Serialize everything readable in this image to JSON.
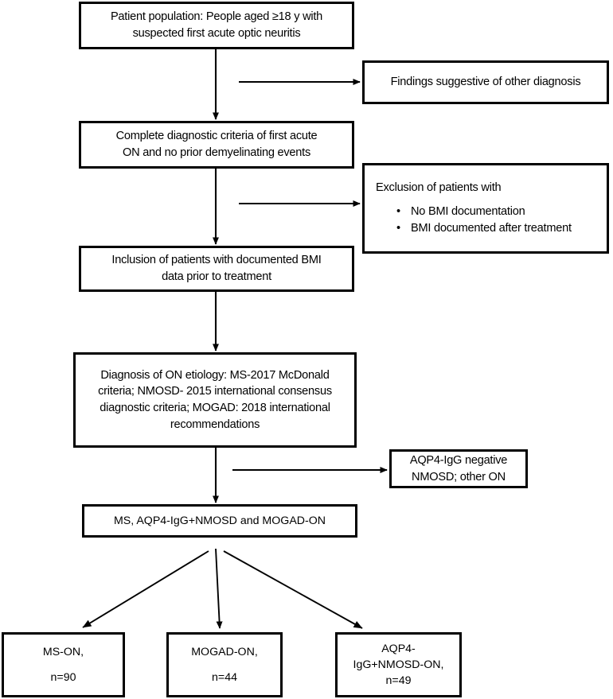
{
  "diagram": {
    "type": "flowchart",
    "title": "Patient selection flowchart for optic neuritis BMI study",
    "colors": {
      "box_border": "#000000",
      "box_fill": "#ffffff",
      "connector": "#000000",
      "text": "#000000"
    },
    "nodes": {
      "population": {
        "name": "patient-population",
        "lines": [
          "Patient population: People aged ≥18 y with",
          "suspected first acute optic neuritis"
        ]
      },
      "other_diagnosis": {
        "name": "findings-other-diagnosis",
        "lines": [
          "Findings suggestive of other diagnosis"
        ]
      },
      "criteria": {
        "name": "complete-diagnostic-criteria",
        "lines": [
          "Complete diagnostic criteria of first acute",
          "ON and no prior demyelinating events"
        ]
      },
      "exclusion": {
        "name": "exclusion-of-patients",
        "title": "Exclusion of patients with",
        "bullets": [
          "No BMI documentation",
          "BMI documented after treatment"
        ]
      },
      "inclusion": {
        "name": "inclusion-of-patients",
        "lines": [
          "Inclusion of patients with documented BMI",
          "data prior to treatment"
        ]
      },
      "diagnosis": {
        "name": "diagnosis-of-on-etiology",
        "lines": [
          "Diagnosis of ON etiology: MS-2017 McDonald",
          "criteria; NMOSD- 2015 international consensus",
          "diagnostic criteria; MOGAD: 2018 international",
          "recommendations"
        ]
      },
      "aqp4_negative": {
        "name": "aqp4-igg-negative-nmosd-other-on",
        "lines": [
          "AQP4-IgG negative",
          "NMOSD; other ON"
        ]
      },
      "cohort": {
        "name": "final-cohort",
        "lines": [
          "MS, AQP4-IgG+NMOSD and MOGAD-ON"
        ]
      },
      "ms_on": {
        "name": "ms-on-group",
        "label": "MS-ON,",
        "count": "n=90"
      },
      "mogad_on": {
        "name": "mogad-on-group",
        "label": "MOGAD-ON,",
        "count": "n=44"
      },
      "aqp4_on": {
        "name": "aqp4-igg-nmosd-on-group",
        "label_line1": "AQP4-",
        "label_line2": "IgG+NMOSD-ON,",
        "count": "n=49"
      }
    },
    "connectors": [
      {
        "name": "population-to-criteria",
        "kind": "vertical-arrow"
      },
      {
        "name": "population-to-other-diagnosis",
        "kind": "horizontal-arrow"
      },
      {
        "name": "criteria-to-inclusion",
        "kind": "vertical-arrow"
      },
      {
        "name": "criteria-to-exclusion",
        "kind": "horizontal-arrow"
      },
      {
        "name": "inclusion-to-diagnosis",
        "kind": "vertical-arrow"
      },
      {
        "name": "diagnosis-to-cohort",
        "kind": "vertical-arrow"
      },
      {
        "name": "diagnosis-to-aqp4-negative",
        "kind": "horizontal-arrow"
      },
      {
        "name": "cohort-to-ms-on",
        "kind": "diagonal-arrow-left"
      },
      {
        "name": "cohort-to-mogad-on",
        "kind": "vertical-arrow"
      },
      {
        "name": "cohort-to-aqp4-on",
        "kind": "diagonal-arrow-right"
      }
    ]
  }
}
